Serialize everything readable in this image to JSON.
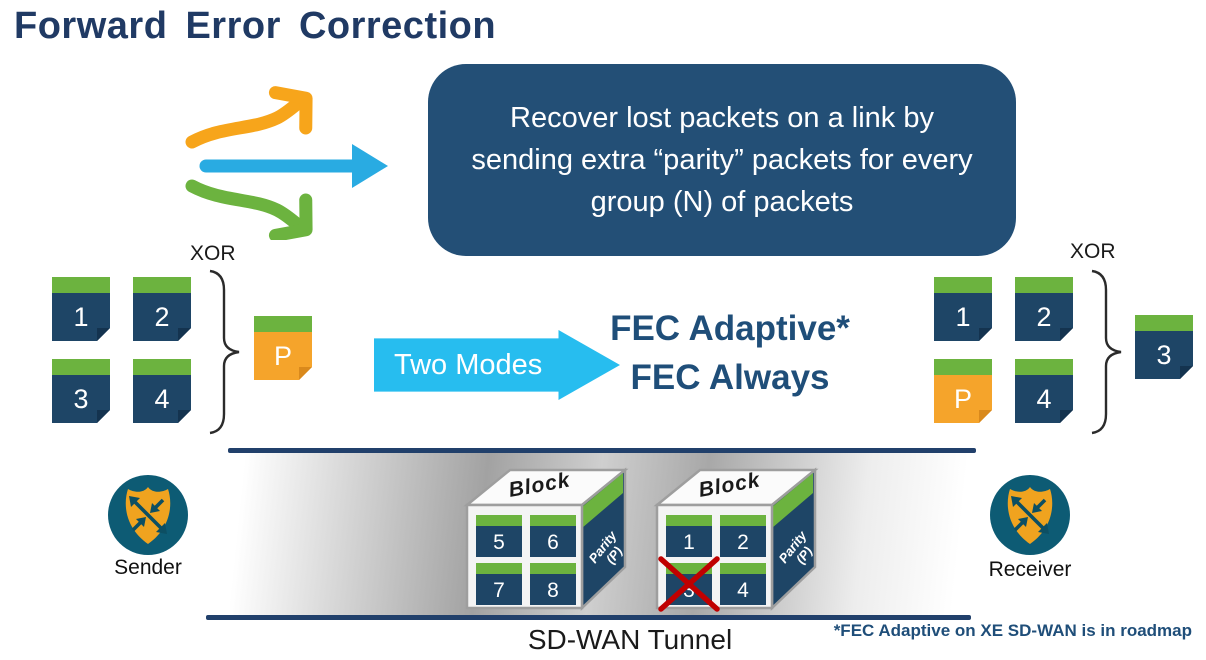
{
  "title": "Forward Error Correction",
  "info_box": {
    "text": "Recover lost packets on a link by sending extra “parity” packets for every group (N) of packets"
  },
  "modes": {
    "arrow_label": "Two Modes",
    "options": [
      "FEC Adaptive*",
      "FEC Always"
    ]
  },
  "encode_group": {
    "xor_label": "XOR",
    "packets": [
      "1",
      "2",
      "3",
      "4"
    ],
    "parity": "P"
  },
  "decode_group": {
    "xor_label": "XOR",
    "packets": [
      "1",
      "2",
      "P",
      "4"
    ],
    "recovered": "3"
  },
  "tunnel": {
    "label": "SD-WAN Tunnel",
    "sender_label": "Sender",
    "receiver_label": "Receiver",
    "blocks": [
      {
        "top_label": "Block",
        "side_label_lines": [
          "Parity",
          "(P)"
        ],
        "packets": [
          "5",
          "6",
          "7",
          "8"
        ],
        "lost_packet": null
      },
      {
        "top_label": "Block",
        "side_label_lines": [
          "Parity",
          "(P)"
        ],
        "packets": [
          "1",
          "2",
          "3",
          "4"
        ],
        "lost_packet": "3"
      }
    ]
  },
  "footnote": "*FEC Adaptive on XE SD-WAN is in roadmap",
  "colors": {
    "title_navy": "#203A64",
    "box_navy": "#234F76",
    "packet_navy": "#1E4566",
    "packet_green": "#6CB33F",
    "parity_orange": "#F5A42B",
    "modes_cyan": "#27BDEF",
    "arrow_orange": "#F7A51B",
    "arrow_blue": "#29ABE2",
    "arrow_green": "#6CB33F",
    "node_teal": "#0D5B74",
    "shield_gold": "#F0A31F",
    "lost_red": "#C00000"
  }
}
